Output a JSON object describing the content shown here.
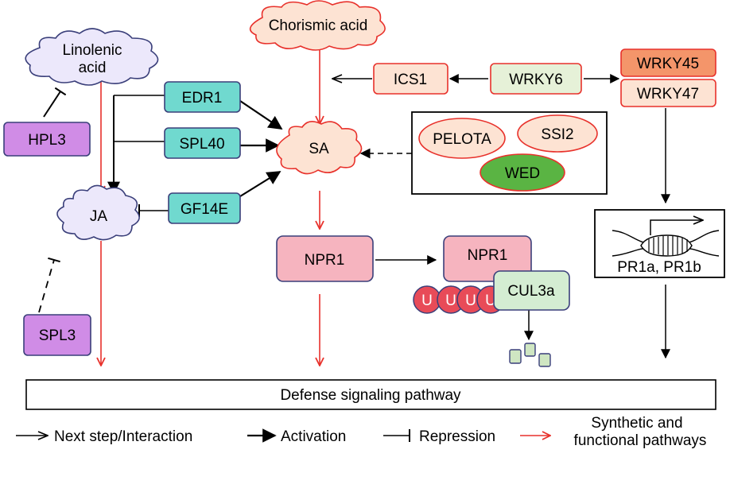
{
  "nodes": {
    "chorismic_acid": "Chorismic acid",
    "linolenic_acid_line1": "Linolenic",
    "linolenic_acid_line2": "acid",
    "ics1": "ICS1",
    "wrky6": "WRKY6",
    "wrky45": "WRKY45",
    "wrky47": "WRKY47",
    "edr1": "EDR1",
    "spl40": "SPL40",
    "hpl3": "HPL3",
    "sa": "SA",
    "pelota": "PELOTA",
    "ssi2": "SSI2",
    "wed": "WED",
    "gf14e": "GF14E",
    "ja": "JA",
    "pr1_genes": "PR1a, PR1b",
    "npr1_left": "NPR1",
    "npr1_right": "NPR1",
    "cul3a": "CUL3a",
    "ubiquitin": [
      "U",
      "U",
      "U",
      "U"
    ],
    "spl3": "SPL3",
    "defense": "Defense signaling pathway"
  },
  "legend": {
    "next_step": "Next step/Interaction",
    "activation": "Activation",
    "repression": "Repression",
    "synthetic_line1": "Synthetic and",
    "synthetic_line2": "functional pathways"
  },
  "colors": {
    "red_line": "#e8312b",
    "cream_fill": "#fde3d3",
    "wrky45_fill": "#f4956a",
    "wrky6_fill": "#e6f1d8",
    "teal_fill": "#70d9cf",
    "purple_fill": "#d08ce6",
    "lavender_fill": "#ece8fb",
    "pink_fill": "#f6b4bf",
    "green_fill": "#5ab443",
    "mint_fill": "#d4edd2",
    "ub_fill": "#e84b58",
    "dark_edge": "#3a3f7a"
  }
}
